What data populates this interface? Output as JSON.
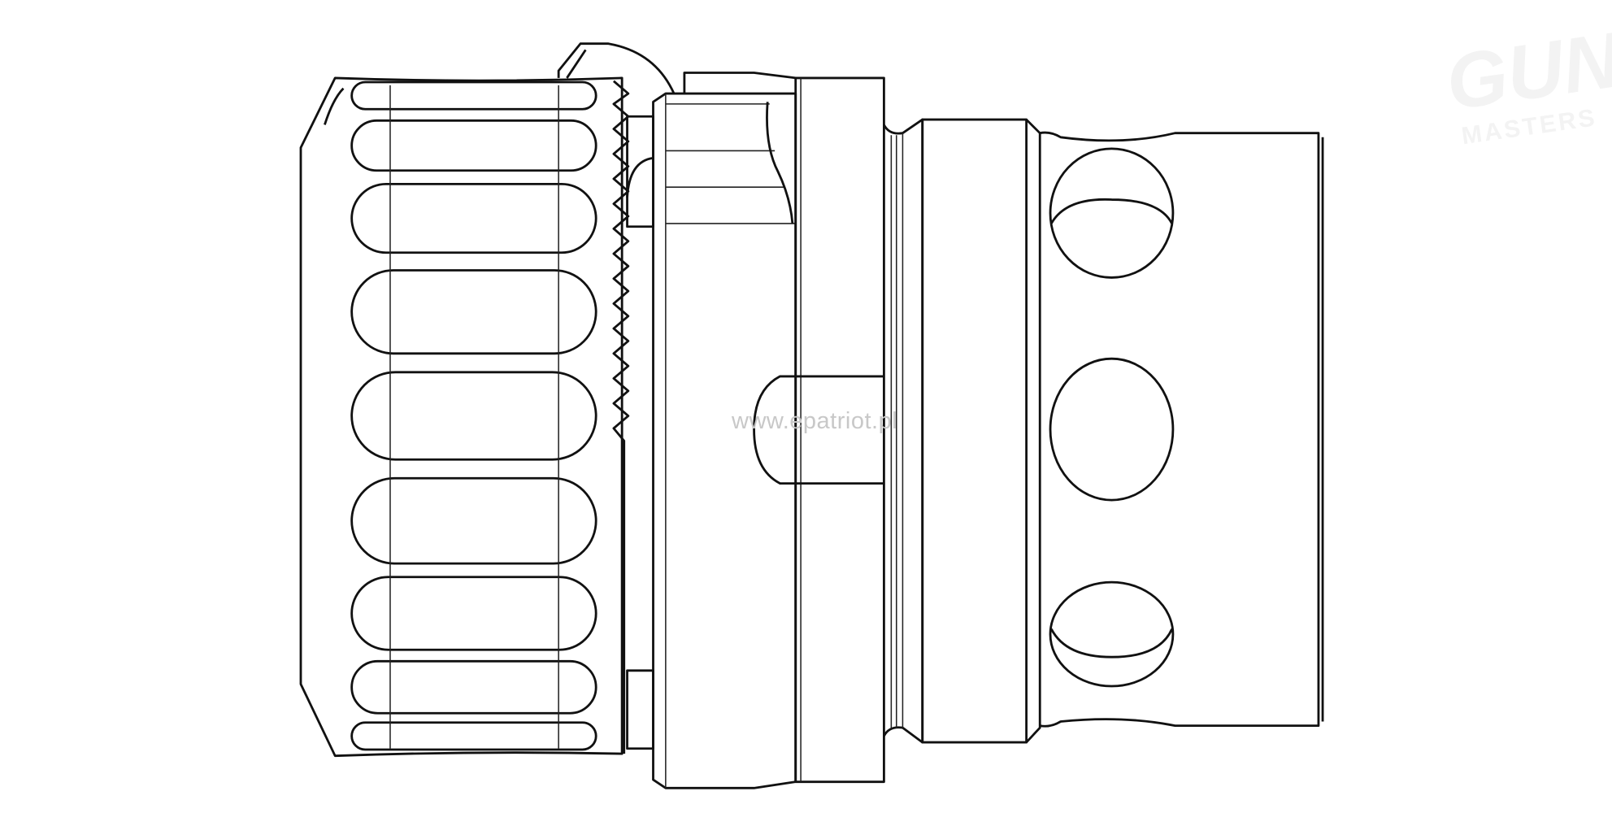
{
  "watermark": {
    "text": "www.epatriot.pl"
  },
  "logo": {
    "line1": "GUNS",
    "line2": "MASTERS"
  },
  "colors": {
    "stroke": "#111111",
    "background": "#ffffff",
    "watermark": "#c8c8c8"
  }
}
